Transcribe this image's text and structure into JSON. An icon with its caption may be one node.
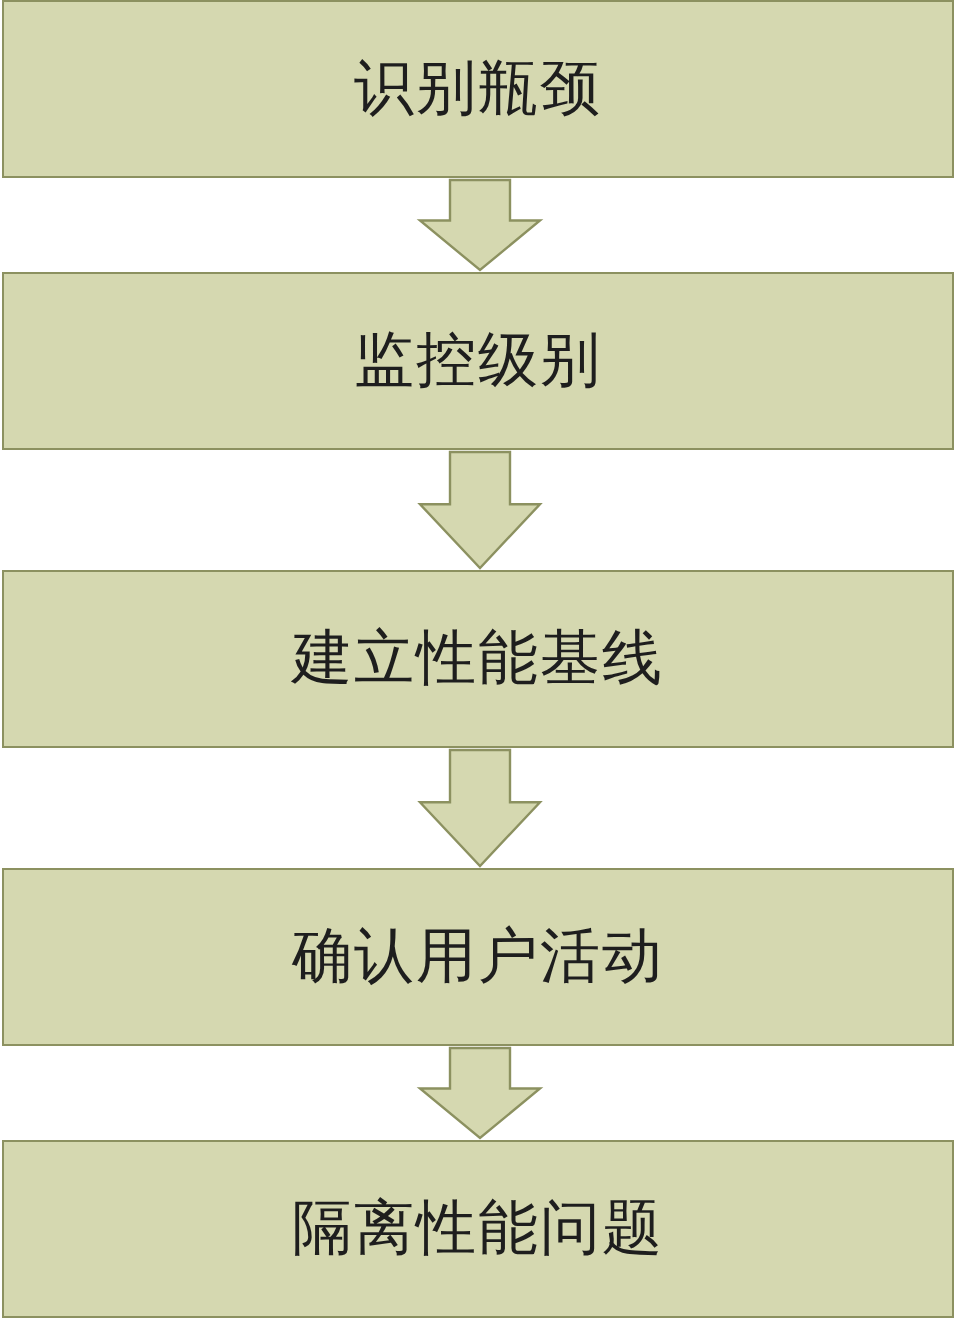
{
  "diagram": {
    "nodes": [
      {
        "text": [
          "识别瓶颈"
        ]
      },
      {
        "text": [
          "监控级别"
        ]
      },
      {
        "text": [
          "建立性能基线"
        ]
      },
      {
        "text": [
          "确认用户活动"
        ]
      },
      {
        "text": [
          "隔离性能问题"
        ]
      }
    ],
    "edges": [
      {
        "from": 0,
        "to": 1,
        "arrow": "to"
      },
      {
        "from": 1,
        "to": 2,
        "arrow": "to"
      },
      {
        "from": 2,
        "to": 3,
        "arrow": "to"
      },
      {
        "from": 3,
        "to": 4,
        "arrow": "to"
      }
    ]
  }
}
